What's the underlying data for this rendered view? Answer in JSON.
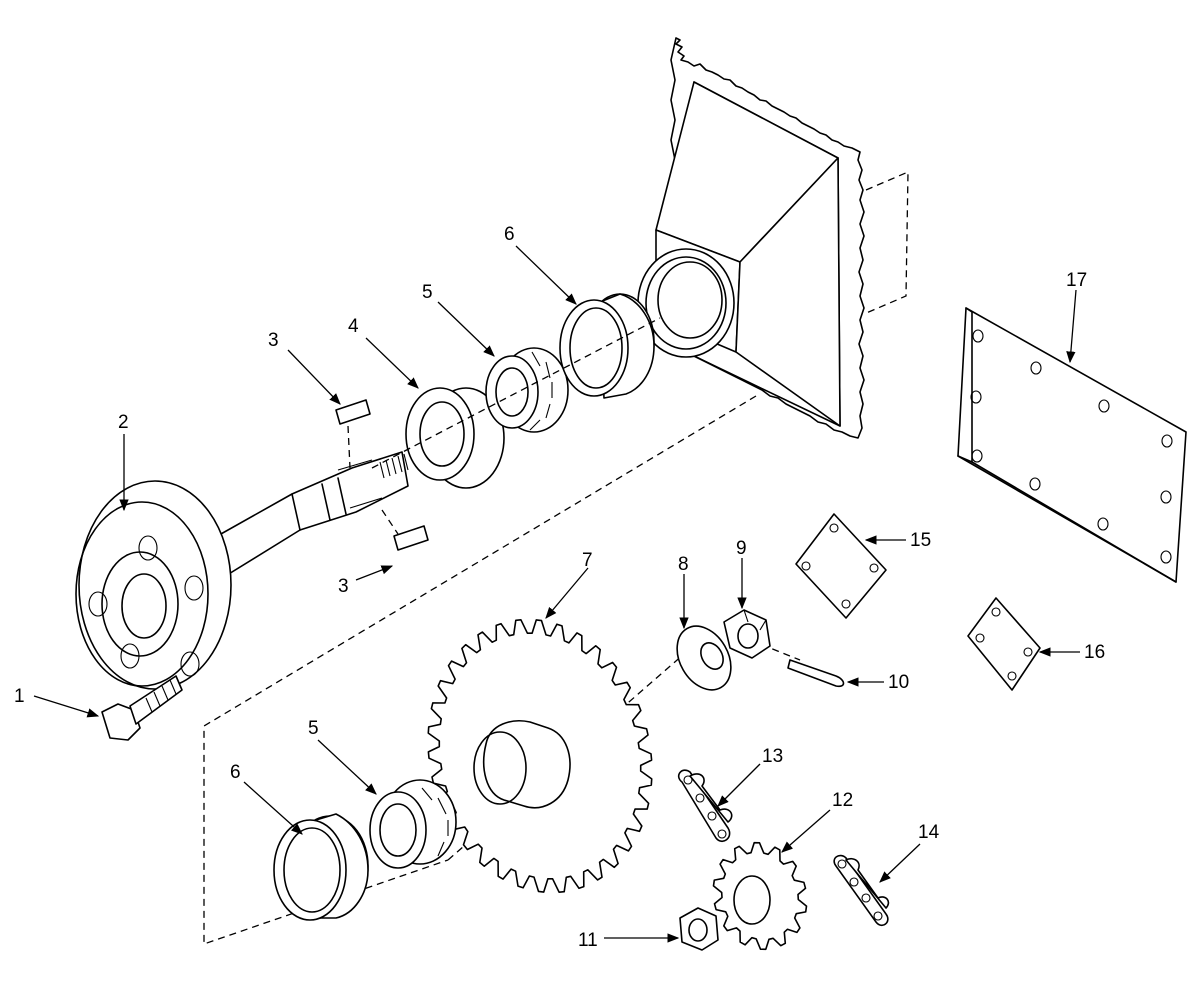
{
  "callouts": [
    {
      "id": "c1",
      "label": "1"
    },
    {
      "id": "c2",
      "label": "2"
    },
    {
      "id": "c3a",
      "label": "3"
    },
    {
      "id": "c3b",
      "label": "3"
    },
    {
      "id": "c4",
      "label": "4"
    },
    {
      "id": "c5a",
      "label": "5"
    },
    {
      "id": "c5b",
      "label": "5"
    },
    {
      "id": "c6a",
      "label": "6"
    },
    {
      "id": "c6b",
      "label": "6"
    },
    {
      "id": "c7",
      "label": "7"
    },
    {
      "id": "c8",
      "label": "8"
    },
    {
      "id": "c9",
      "label": "9"
    },
    {
      "id": "c10",
      "label": "10"
    },
    {
      "id": "c11",
      "label": "11"
    },
    {
      "id": "c12",
      "label": "12"
    },
    {
      "id": "c13",
      "label": "13"
    },
    {
      "id": "c14",
      "label": "14"
    },
    {
      "id": "c15",
      "label": "15"
    },
    {
      "id": "c16",
      "label": "16"
    },
    {
      "id": "c17",
      "label": "17"
    }
  ]
}
